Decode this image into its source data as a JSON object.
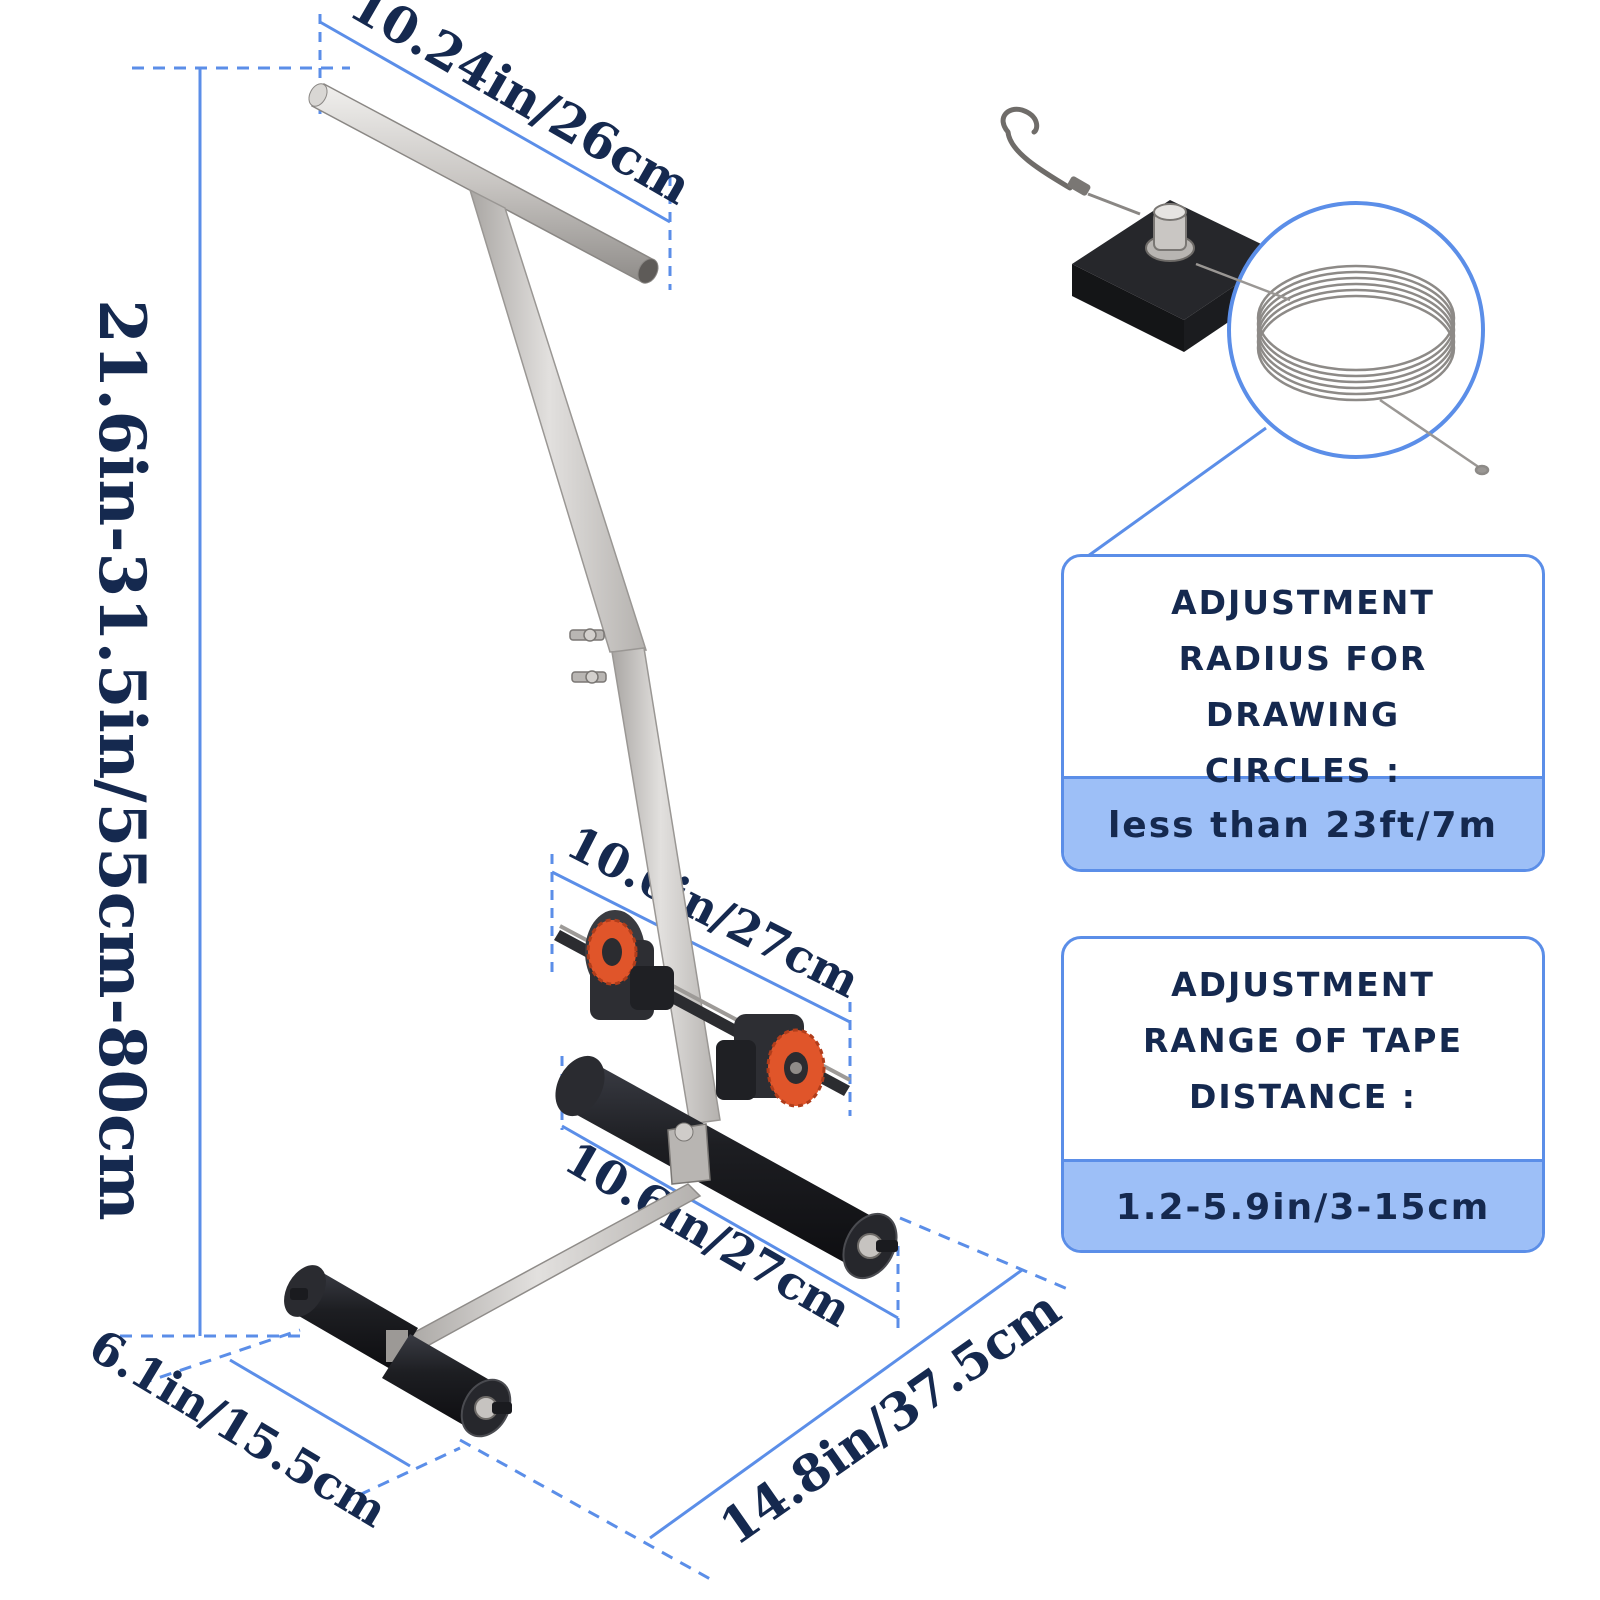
{
  "dimensions": {
    "height_range": "21.6in-31.5in/55cm-80cm",
    "handle_width": "10.24in/26cm",
    "spool_axle_width": "10.6in/27cm",
    "front_roller_width": "10.6in/27cm",
    "rear_roller_width": "6.1in/15.5cm",
    "base_length": "14.8in/37.5cm"
  },
  "cards": {
    "radius": {
      "title_lines": [
        "ADJUSTMENT",
        "RADIUS FOR DRAWING",
        "CIRCLES :"
      ],
      "value": "less than 23ft/7m"
    },
    "range": {
      "title_lines": [
        "ADJUSTMENT",
        "RANGE OF TAPE",
        "DISTANCE :"
      ],
      "value": "1.2-5.9in/3-15cm"
    }
  },
  "colors": {
    "accent_blue": "#5b8ee8",
    "value_fill": "#9dbff7",
    "text_navy": "#15294f",
    "steel": "#c9c6c3",
    "roller_black": "#1d1e22",
    "spool_orange": "#e0552a"
  }
}
